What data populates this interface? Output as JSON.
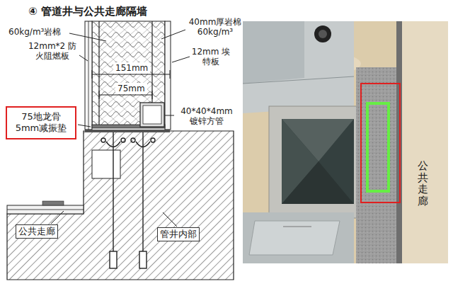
{
  "diagram": {
    "title": "④ 管道井与公共走廊隔墙",
    "nodes": [
      {
        "text": [
          "75地龙骨 5mm减振垫"
        ]
      }
    ],
    "labels": [
      "60kg/m³岩棉",
      "12mm*2 防火阻燃板",
      "151mm",
      "75mm",
      "40mm厚岩棉 60kg/m³",
      "12mm 埃特板",
      "40*40*4mm 镀锌方管",
      "公共走廊",
      "管井内部",
      "公共走廊"
    ]
  }
}
